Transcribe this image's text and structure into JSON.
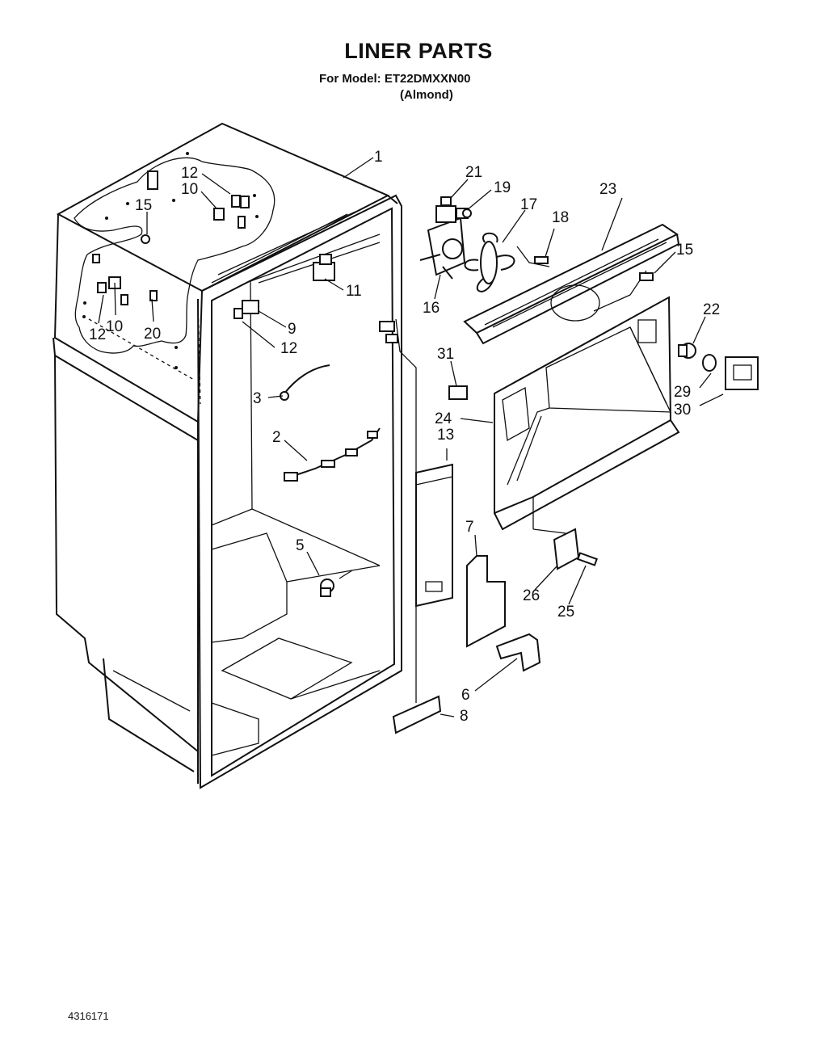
{
  "header": {
    "title": "LINER PARTS",
    "model": "For Model: ET22DMXXN00",
    "color": "(Almond)"
  },
  "doc_number": "4316171",
  "callouts": [
    {
      "id": "c1",
      "text": "1"
    },
    {
      "id": "c12a",
      "text": "12"
    },
    {
      "id": "c10a",
      "text": "10"
    },
    {
      "id": "c15a",
      "text": "15"
    },
    {
      "id": "c12b",
      "text": "12"
    },
    {
      "id": "c10b",
      "text": "10"
    },
    {
      "id": "c20",
      "text": "20"
    },
    {
      "id": "c11",
      "text": "11"
    },
    {
      "id": "c9",
      "text": "9"
    },
    {
      "id": "c12c",
      "text": "12"
    },
    {
      "id": "c3",
      "text": "3"
    },
    {
      "id": "c2",
      "text": "2"
    },
    {
      "id": "c5",
      "text": "5"
    },
    {
      "id": "c13",
      "text": "13"
    },
    {
      "id": "c21",
      "text": "21"
    },
    {
      "id": "c19",
      "text": "19"
    },
    {
      "id": "c17",
      "text": "17"
    },
    {
      "id": "c18",
      "text": "18"
    },
    {
      "id": "c23",
      "text": "23"
    },
    {
      "id": "c16",
      "text": "16"
    },
    {
      "id": "c15b",
      "text": "15"
    },
    {
      "id": "c22",
      "text": "22"
    },
    {
      "id": "c31",
      "text": "31"
    },
    {
      "id": "c24",
      "text": "24"
    },
    {
      "id": "c29",
      "text": "29"
    },
    {
      "id": "c30",
      "text": "30"
    },
    {
      "id": "c7",
      "text": "7"
    },
    {
      "id": "c26",
      "text": "26"
    },
    {
      "id": "c25",
      "text": "25"
    },
    {
      "id": "c6",
      "text": "6"
    },
    {
      "id": "c8",
      "text": "8"
    }
  ]
}
